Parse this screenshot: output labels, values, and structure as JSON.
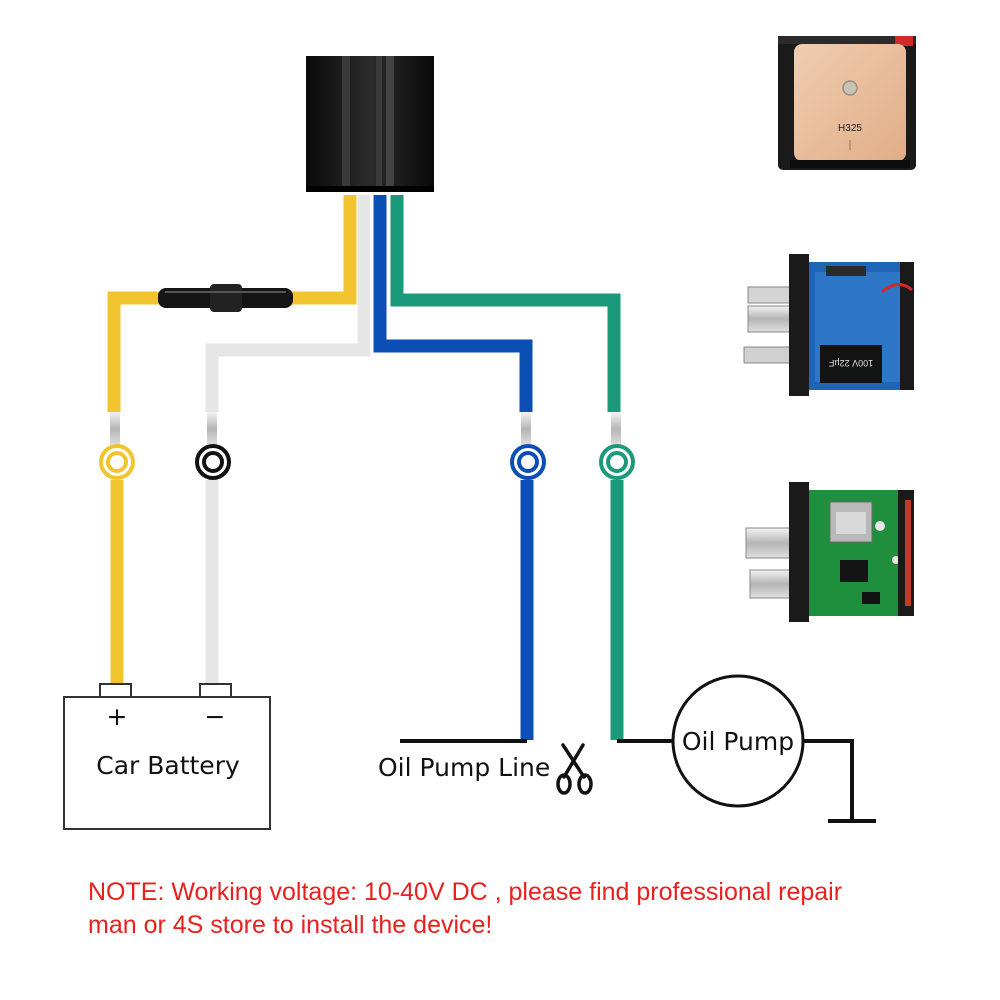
{
  "diagram": {
    "battery": {
      "label": "Car Battery",
      "positive": "+",
      "negative": "−"
    },
    "oil_pump_line_label": "Oil Pump Line",
    "oil_pump_label": "Oil Pump",
    "gps_module_marking": "H325",
    "capacitor_marking": "100V 22µF",
    "cut_icon": "scissors-icon"
  },
  "wire_colors": {
    "yellow": "#f2c530",
    "white": "#e6e6e6",
    "blue": "#0c4fb4",
    "green": "#1a9a7a"
  },
  "note": {
    "line1": "NOTE: Working voltage: 10-40V DC , please find professional repair",
    "line2": "man or 4S store to install the device!",
    "color": "#e8201e"
  }
}
